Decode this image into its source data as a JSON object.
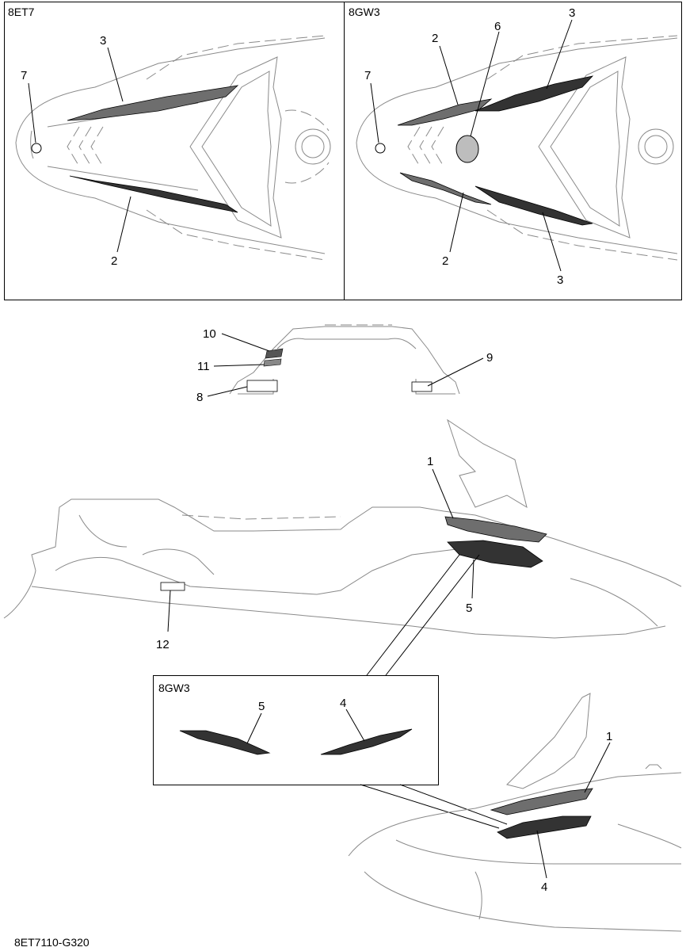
{
  "panels": {
    "top_left_title": "8ET7",
    "top_right_title": "8GW3",
    "inset_title": "8GW3"
  },
  "callouts": {
    "tl_7": "7",
    "tl_3": "3",
    "tl_2": "2",
    "tr_7": "7",
    "tr_2a": "2",
    "tr_6": "6",
    "tr_3a": "3",
    "tr_2b": "2",
    "tr_3b": "3",
    "rear_10": "10",
    "rear_11": "11",
    "rear_8": "8",
    "rear_9": "9",
    "side_1": "1",
    "side_5": "5",
    "side_12": "12",
    "inset_5": "5",
    "inset_4": "4",
    "front_1": "1",
    "front_4": "4"
  },
  "footer": {
    "code": "8ET7110-G320"
  }
}
